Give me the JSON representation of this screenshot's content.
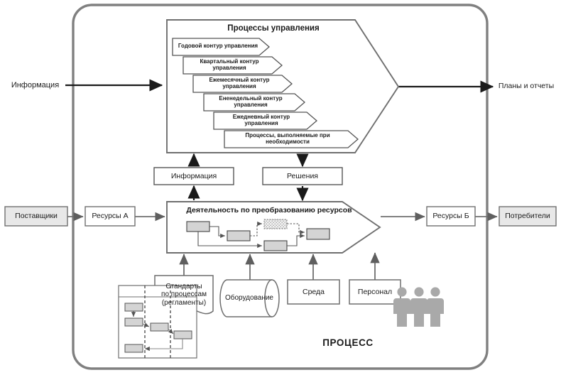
{
  "diagram": {
    "title": "ПРОЦЕСС",
    "outer_container_name": "process-boundary",
    "colors": {
      "outline_gray": "#7a7a7a",
      "dark_line": "#1a1a1a",
      "box_fill_gray": "#e8e8e8",
      "node_fill": "#d4d4d4",
      "people_gray": "#a9a9a9",
      "white": "#ffffff"
    }
  },
  "external": {
    "information_input": "Информация",
    "plans_reports_output": "Планы и отчеты",
    "suppliers": "Поставщики",
    "consumers": "Потребители",
    "resources_a": "Ресурсы А",
    "resources_b": "Ресурсы Б"
  },
  "management": {
    "title": "Процессы управления",
    "loops": [
      "Годовой контур управления",
      "Квартальный контур управления",
      "Ежемесячный контур управления",
      "Ененедельный контур управления",
      "Ежедневный контур управления",
      "Процессы, выполняемые при необходимости"
    ]
  },
  "middle": {
    "information": "Информация",
    "decisions": "Решения"
  },
  "transformation": {
    "title": "Деятельность по преобразованию ресурсов"
  },
  "resources": {
    "standards": "Стандарты\nпо процессам\n(регламенты)",
    "standards_lines": [
      "Стандарты",
      "по процессам",
      "(регламенты)"
    ],
    "equipment": "Оборудование",
    "environment": "Среда",
    "personnel": "Персонал"
  }
}
